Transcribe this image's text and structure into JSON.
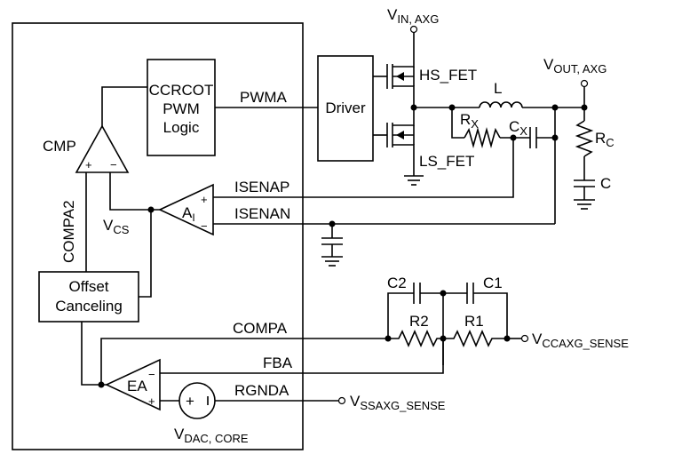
{
  "blocks": {
    "ccrcot": [
      "CCRCOT",
      "PWM",
      "Logic"
    ],
    "driver": "Driver",
    "offset": [
      "Offset",
      "Canceling"
    ],
    "cmp": "CMP",
    "ea": "EA",
    "ai": "A",
    "ai_sub": "I"
  },
  "signals": {
    "pwma": "PWMA",
    "isenap": "ISENAP",
    "isenan": "ISENAN",
    "compa": "COMPA",
    "fba": "FBA",
    "rgnda": "RGNDA",
    "compa2": "COMPA2"
  },
  "labels": {
    "vcs": "V",
    "vcs_sub": "CS",
    "vin": "V",
    "vin_sub": "IN, AXG",
    "vout": "V",
    "vout_sub": "OUT, AXG",
    "vdac": "V",
    "vdac_sub": "DAC, CORE",
    "vcc_sense": "V",
    "vcc_sense_sub": "CCAXG_SENSE",
    "vss_sense": "V",
    "vss_sense_sub": "SSAXG_SENSE"
  },
  "components": {
    "hs_fet": "HS_FET",
    "ls_fet": "LS_FET",
    "inductor": "L",
    "rx": "R",
    "rx_sub": "X",
    "cx": "C",
    "cx_sub": "X",
    "rc": "R",
    "rc_sub": "C",
    "c": "C",
    "c1": "C1",
    "c2": "C2",
    "r1": "R1",
    "r2": "R2"
  },
  "pins": {
    "plus": "+",
    "minus": "−",
    "ea_minus": "−",
    "ea_plus": "+",
    "ai_plus": "+",
    "ai_minus": "−"
  }
}
